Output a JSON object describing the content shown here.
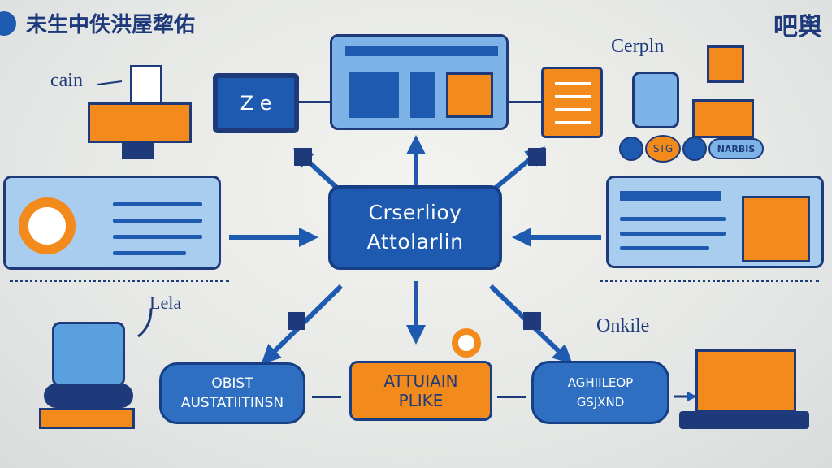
{
  "header": {
    "title": "未生中佚洪屋犂佑",
    "right_title": "吧舆"
  },
  "labels": {
    "cain": "cain",
    "cerpin": "Cerpln",
    "leila": "Lela",
    "onkile": "Onkile",
    "badge_stg": "STG",
    "badge_narbis": "NARBIS",
    "monitor_glyph": "Z e"
  },
  "center": {
    "line1": "Crserlioy",
    "line2": "Attolarlin"
  },
  "bottom": {
    "left_line1": "OBIST",
    "left_line2": "AUSTATIITINSN",
    "mid_line1": "ATTUIAIN",
    "mid_line2": "PLIKE",
    "right_line1": "AGHIILEOP",
    "right_line2": "GSJXND"
  },
  "colors": {
    "navy": "#1f3a7a",
    "blue": "#1e5bb0",
    "light_blue": "#7db3e6",
    "orange": "#f28a1c"
  }
}
